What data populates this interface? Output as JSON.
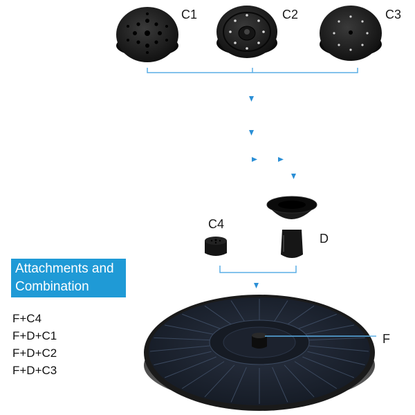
{
  "labels": {
    "c1": "C1",
    "c2": "C2",
    "c3": "C3",
    "c4": "C4",
    "d": "D",
    "f": "F"
  },
  "banner": {
    "line1": "Attachments and",
    "line2": "Combination"
  },
  "combinations": [
    "F+C4",
    "F+D+C1",
    "F+D+C2",
    "F+D+C3"
  ],
  "colors": {
    "accent": "#1f9ad6",
    "connector": "#5aaee6",
    "part": "#1c1c1c",
    "panel": "#1e2533"
  }
}
